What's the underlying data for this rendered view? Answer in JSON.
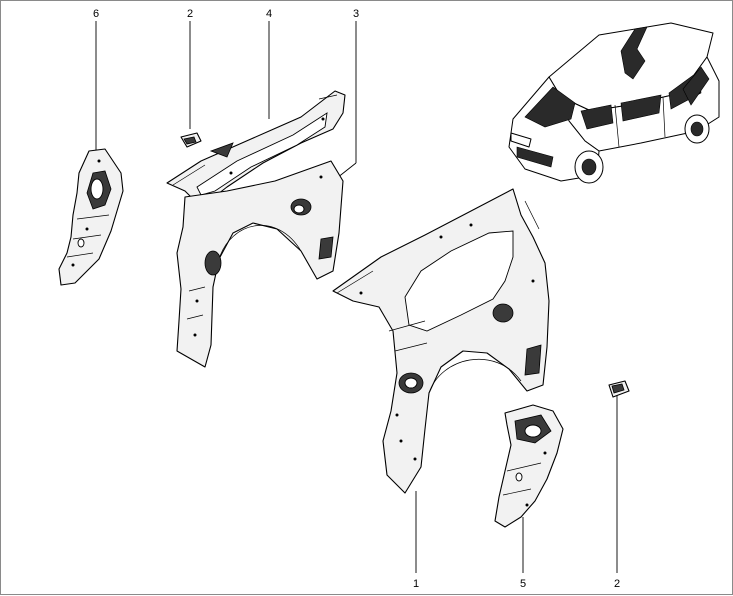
{
  "diagram": {
    "callouts": [
      {
        "id": "callout-6-top",
        "label": "6"
      },
      {
        "id": "callout-2-top",
        "label": "2"
      },
      {
        "id": "callout-4-top",
        "label": "4"
      },
      {
        "id": "callout-3-top",
        "label": "3"
      },
      {
        "id": "callout-1-bottom",
        "label": "1"
      },
      {
        "id": "callout-5-bottom",
        "label": "5"
      },
      {
        "id": "callout-2-bottom",
        "label": "2"
      }
    ]
  }
}
